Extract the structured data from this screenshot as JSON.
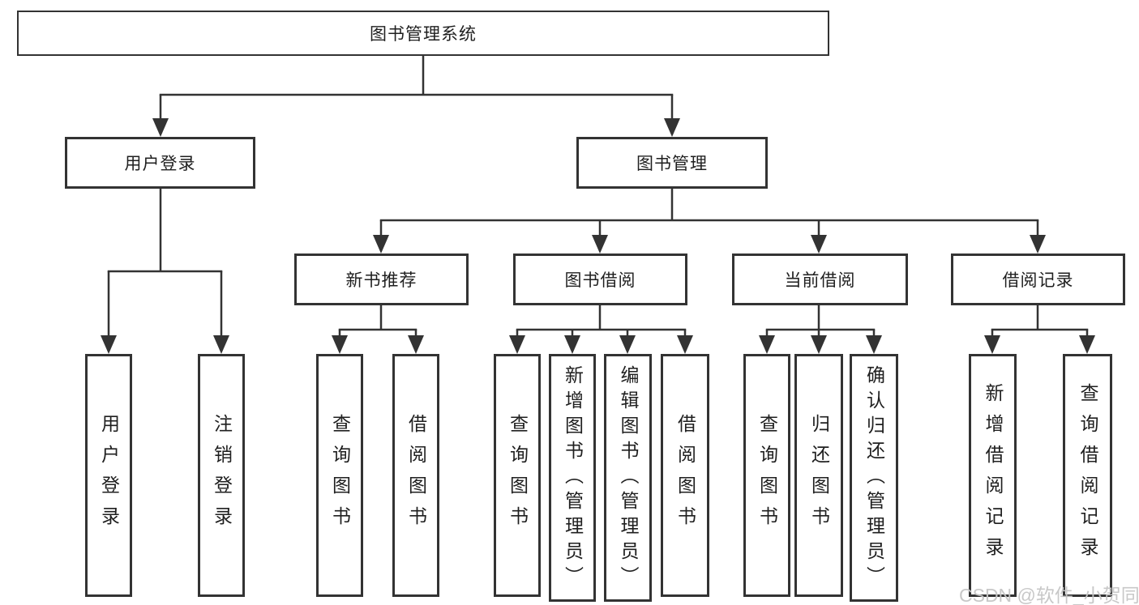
{
  "diagram": {
    "root": {
      "label": "图书管理系统"
    },
    "branches": [
      {
        "label": "用户登录",
        "children": [
          {
            "label": "用户登录"
          },
          {
            "label": "注销登录"
          }
        ]
      },
      {
        "label": "图书管理",
        "children": [
          {
            "label": "新书推荐",
            "children": [
              {
                "label": "查询图书"
              },
              {
                "label": "借阅图书"
              }
            ]
          },
          {
            "label": "图书借阅",
            "children": [
              {
                "label": "查询图书"
              },
              {
                "label": "新增图书（管理员）"
              },
              {
                "label": "编辑图书（管理员）"
              },
              {
                "label": "借阅图书"
              }
            ]
          },
          {
            "label": "当前借阅",
            "children": [
              {
                "label": "查询图书"
              },
              {
                "label": "归还图书"
              },
              {
                "label": "确认归还（管理员）"
              }
            ]
          },
          {
            "label": "借阅记录",
            "children": [
              {
                "label": "新增借阅记录"
              },
              {
                "label": "查询借阅记录"
              }
            ]
          }
        ]
      }
    ]
  },
  "watermark": {
    "text": "CSDN @软件_小贺同学"
  },
  "colors": {
    "line": "#333333",
    "text": "#1f1f1f",
    "background": "#ffffff",
    "watermark": "#c5c5c5"
  }
}
